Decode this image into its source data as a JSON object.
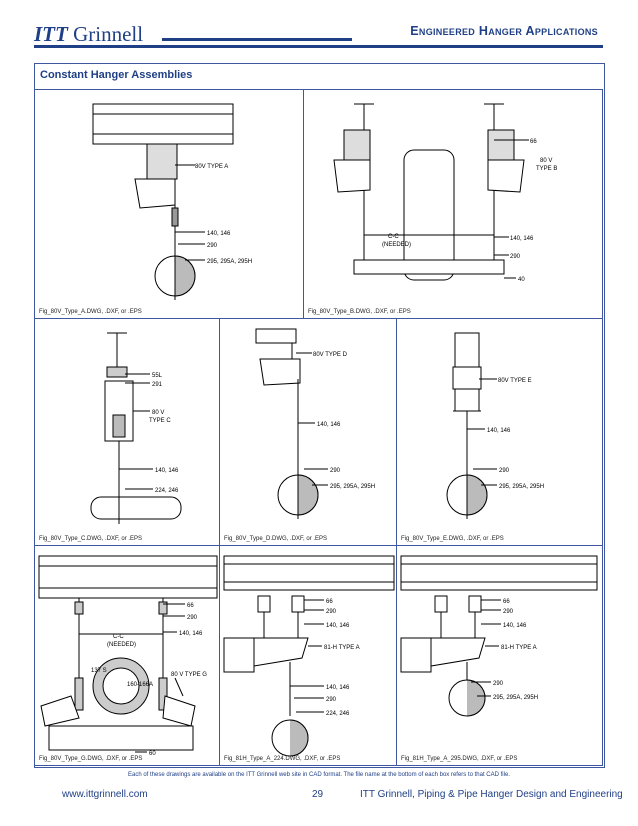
{
  "header": {
    "brand_itt": "ITT",
    "brand_name": "Grinnell",
    "title": "Engineered Hanger Applications"
  },
  "section_title": "Constant Hanger Assemblies",
  "figures": [
    {
      "caption": "Fig_80V_Type_A.DWG, .DXF, or .EPS",
      "labels": [
        "80V TYPE A",
        "140, 146",
        "290",
        "295, 295A, 295H"
      ]
    },
    {
      "caption": "Fig_80V_Type_B.DWG, .DXF, or .EPS",
      "labels": [
        "66",
        "80 V",
        "TYPE B",
        "C-C",
        "(NEEDED)",
        "140, 146",
        "290",
        "40"
      ]
    },
    {
      "caption": "Fig_80V_Type_C.DWG, .DXF, or .EPS",
      "labels": [
        "55L",
        "291",
        "80 V",
        "TYPE C",
        "140, 146",
        "224, 246"
      ]
    },
    {
      "caption": "Fig_80V_Type_D.DWG, .DXF, or .EPS",
      "labels": [
        "80V TYPE D",
        "140, 146",
        "290",
        "295, 295A, 295H"
      ]
    },
    {
      "caption": "Fig_80V_Type_E.DWG, .DXF, or .EPS",
      "labels": [
        "80V TYPE E",
        "140, 146",
        "290",
        "295, 295A, 295H"
      ]
    },
    {
      "caption": "Fig_80V_Type_G.DWG, .DXF, or .EPS",
      "labels": [
        "66",
        "290",
        "140, 146",
        "C-C",
        "(NEEDED)",
        "137 S",
        "160-166A",
        "80 V TYPE G",
        "60"
      ]
    },
    {
      "caption": "Fig_81H_Type_A_224.DWG, .DXF, or .EPS",
      "labels": [
        "66",
        "290",
        "140, 146",
        "81-H TYPE A",
        "140, 146",
        "290",
        "224, 246"
      ]
    },
    {
      "caption": "Fig_81H_Type_A_295.DWG, .DXF, or .EPS",
      "labels": [
        "66",
        "290",
        "140, 146",
        "81-H TYPE A",
        "290",
        "295, 295A, 295H"
      ]
    }
  ],
  "footnote": "Each of these drawings are available on the ITT Grinnell web site in CAD format. The file name at the bottom of each box refers to that CAD file.",
  "footer": {
    "url": "www.ittgrinnell.com",
    "page": "29",
    "doc_title": "ITT Grinnell, Piping & Pipe Hanger Design and Engineering"
  },
  "colors": {
    "brand_blue": "#1f3f86",
    "frame_blue": "#3f57a0"
  }
}
